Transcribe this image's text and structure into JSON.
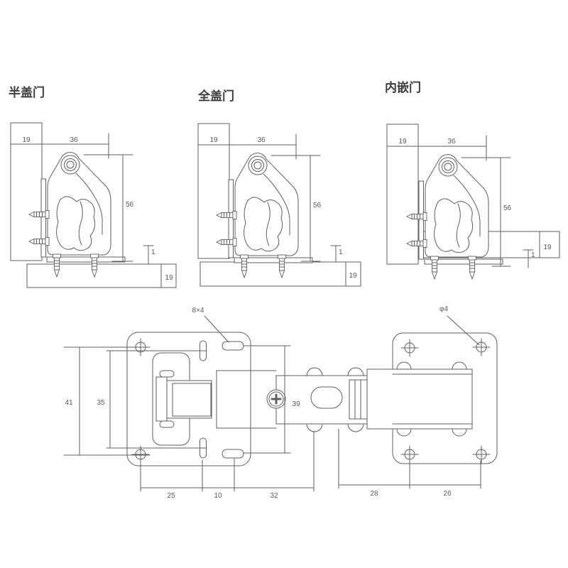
{
  "drawing": {
    "background": "#ffffff",
    "line_color": "#5f5f5f",
    "text_color": "#5a5a5a"
  },
  "sections": [
    {
      "label": "半盖门",
      "door_thickness": "19",
      "mount_depth": "36",
      "hinge_height": "56",
      "base_gap": "1",
      "panel_thickness": "19"
    },
    {
      "label": "全盖门",
      "door_thickness": "19",
      "mount_depth": "36",
      "hinge_height": "56",
      "base_gap": "1",
      "panel_thickness": "19"
    },
    {
      "label": "内嵌门",
      "door_thickness": "19",
      "mount_depth": "36",
      "hinge_height": "56",
      "base_gap": "1",
      "panel_thickness": "19"
    }
  ],
  "plan_view": {
    "slot_size": "8×4",
    "hole_diameter": "φ4",
    "arm_width": "39",
    "hole_spacing_outer": "41",
    "slot_spacing_inner": "35",
    "bottom_dims_left": [
      "25",
      "10",
      "32"
    ],
    "bottom_dims_right": [
      "28",
      "26"
    ]
  }
}
